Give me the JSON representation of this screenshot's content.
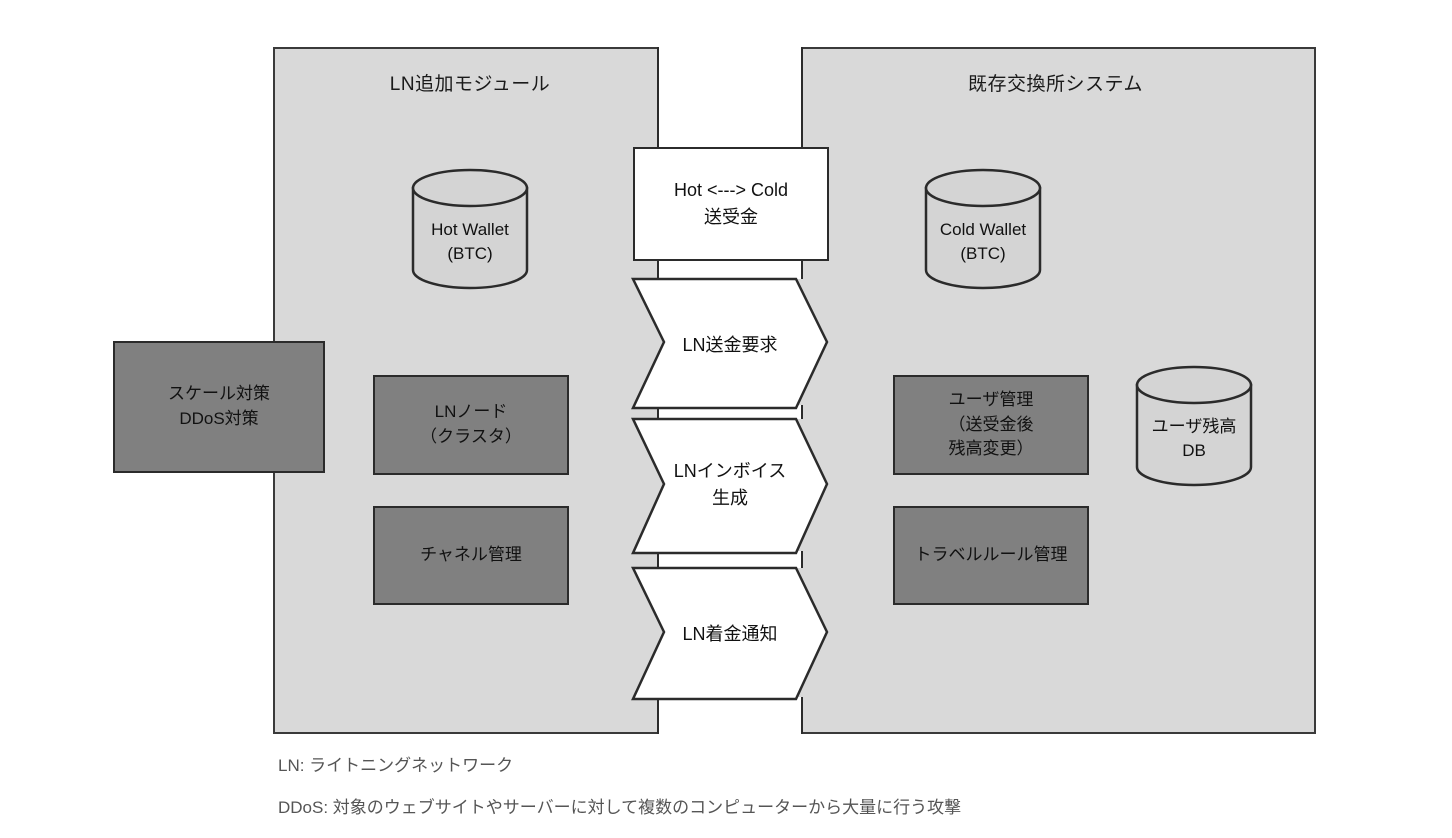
{
  "panels": {
    "left": {
      "title": "LN追加モジュール"
    },
    "right": {
      "title": "既存交換所システム"
    }
  },
  "boxes": {
    "scale": "スケール対策\nDDoS対策",
    "ln_node": "LNノード\n（クラスタ）",
    "channel": "チャネル管理",
    "user_mgmt": "ユーザ管理\n（送受金後\n残高変更）",
    "travel_rule": "トラベルルール管理"
  },
  "cylinders": {
    "hot_wallet": "Hot Wallet\n(BTC)",
    "cold_wallet": "Cold Wallet\n(BTC)",
    "user_db": "ユーザ残高\nDB"
  },
  "center": {
    "hot_cold": "Hot <---> Cold\n送受金",
    "chevron_1": "LN送金要求",
    "chevron_2": "LNインボイス\n生成",
    "chevron_3": "LN着金通知"
  },
  "legend": {
    "ln": "LN: ライトニングネットワーク",
    "ddos": "DDoS: 対象のウェブサイトやサーバーに対して複数のコンピューターから大量に行う攻撃"
  },
  "colors": {
    "panel_fill": "#d9d9d9",
    "box_fill": "#808080",
    "white_fill": "#ffffff",
    "stroke": "#2b2b2b",
    "legend_text": "#555555"
  }
}
